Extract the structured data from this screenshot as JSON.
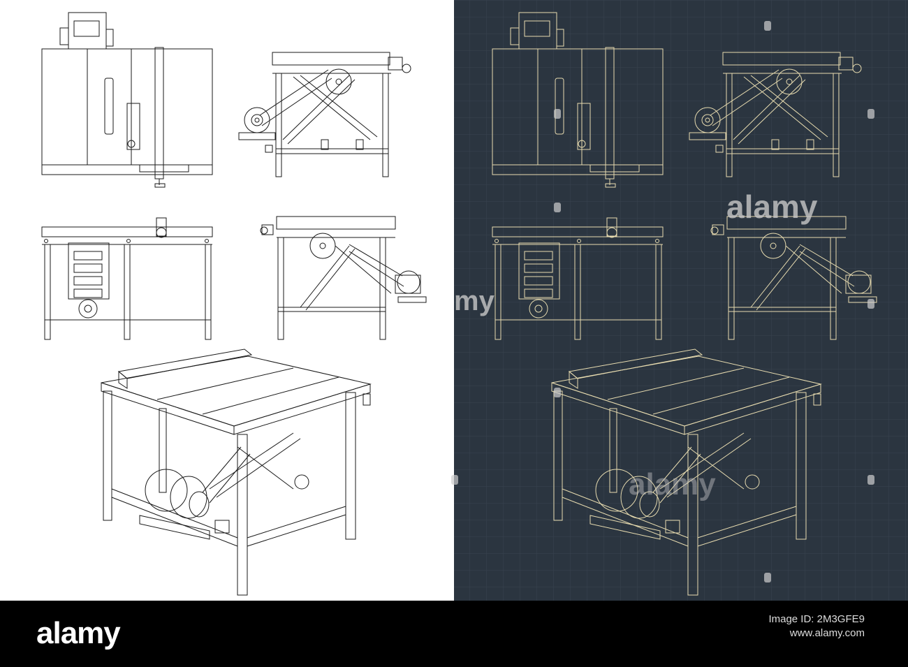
{
  "watermark": {
    "brand": "alamy",
    "text_large": "alamy",
    "text_side": "my"
  },
  "footer": {
    "brand": "alamy",
    "image_id": "Image ID: 2M3GFE9",
    "url": "www.alamy.com"
  },
  "colors": {
    "left_background": "#ffffff",
    "left_line": "#1a1a1a",
    "right_background": "#2b3540",
    "right_grid": "#3a4650",
    "right_line": "#e8dcb0",
    "footer_background": "#000000"
  },
  "icons": [
    "camera-watermark-icon"
  ]
}
